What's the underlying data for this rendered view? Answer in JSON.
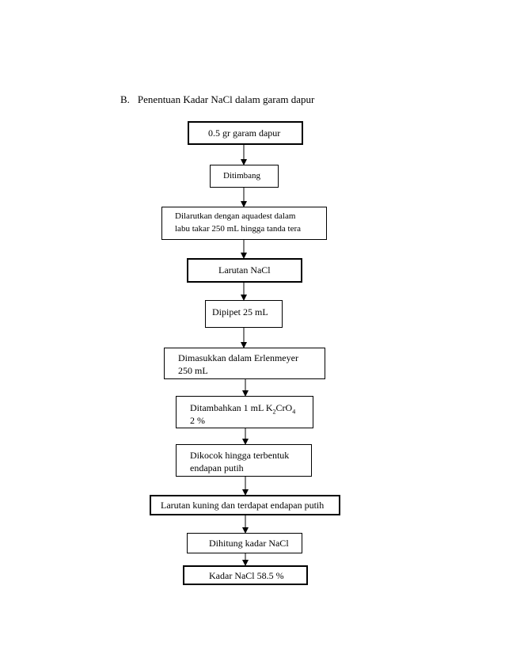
{
  "heading": {
    "marker": "B.",
    "text": "Penentuan Kadar NaCl  dalam garam dapur"
  },
  "steps": [
    {
      "lines": [
        "0.5 gr garam dapur"
      ]
    },
    {
      "lines": [
        "Ditimbang"
      ]
    },
    {
      "lines": [
        "Dilarutkan dengan aquadest dalam",
        "labu takar 250 mL hingga tanda tera"
      ]
    },
    {
      "lines": [
        "Larutan NaCl"
      ]
    },
    {
      "lines": [
        "Dipipet 25 mL"
      ]
    },
    {
      "lines": [
        "Dimasukkan dalam Erlenmeyer",
        "250 mL"
      ]
    },
    {
      "line1_prefix": "Ditambahkan 1  mL K",
      "sub1": "2",
      "mid": "CrO",
      "sub2": "4",
      "line2": "2 %"
    },
    {
      "lines": [
        "Dikocok hingga terbentuk",
        "endapan putih"
      ]
    },
    {
      "lines": [
        "Larutan kuning dan terdapat endapan putih"
      ]
    },
    {
      "lines": [
        "Dihitung kadar NaCl"
      ]
    },
    {
      "lines": [
        "Kadar NaCl 58.5 %"
      ]
    }
  ]
}
